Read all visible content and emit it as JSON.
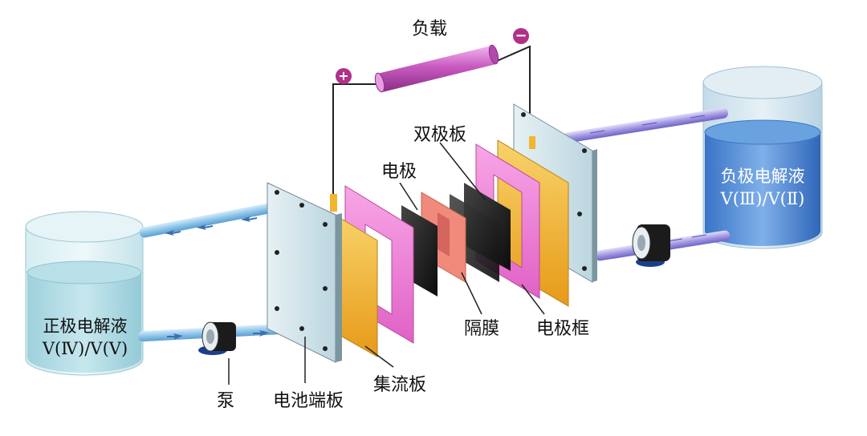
{
  "labels": {
    "load": "负载",
    "plus": "+",
    "minus": "−",
    "bipolar_plate": "双极板",
    "electrode": "电极",
    "membrane": "隔膜",
    "electrode_frame": "电极框",
    "current_collector": "集流板",
    "end_plate": "电池端板",
    "pump": "泵"
  },
  "tanks": {
    "positive": {
      "name": "正极电解液",
      "species": "V(Ⅳ)/V(Ⅴ)"
    },
    "negative": {
      "name": "负极电解液",
      "species": "V(Ⅲ)/V(Ⅱ)"
    }
  },
  "colors": {
    "load_tube": "#c85ac0",
    "frame_pink": "#f07fd6",
    "collector_gold": "#f2b530",
    "membrane_salmon": "#f08a7a",
    "electrode_black": "#222222",
    "end_plate_blue": "#d4e6ec",
    "tank_liquid_left": "#a9d6e0",
    "tank_liquid_right": "#3f7fd0",
    "pipe_blue": "#8fc6ea",
    "pipe_purple": "#9a8fe0",
    "wire": "#222222",
    "plus_badge": "#b0308a",
    "minus_badge": "#b0308a"
  }
}
